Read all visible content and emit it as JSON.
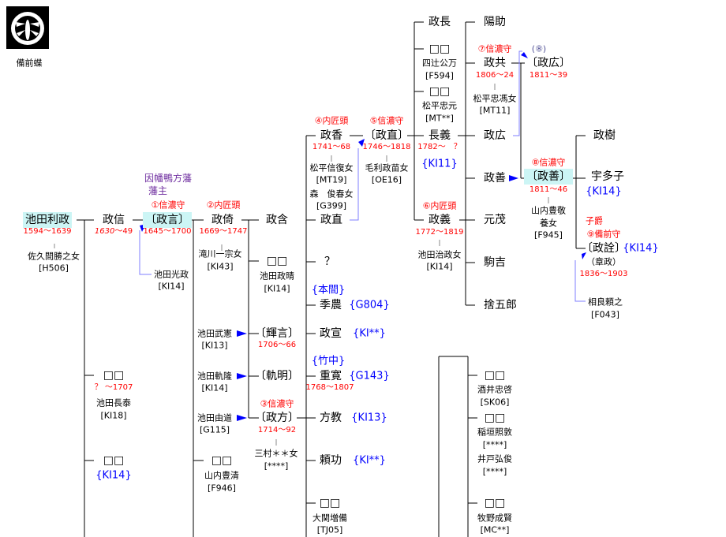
{
  "logo": {
    "caption": "備前蝶",
    "icon": "butterfly-crest-icon"
  },
  "c1": {
    "toshimasa": "池田利政",
    "toshimasa_date": "1594～1639",
    "toshimasa_wife": "佐久間勝之女",
    "toshimasa_wife_code": "[H506]"
  },
  "c2": {
    "masanobu": "政信",
    "masanobu_date_a": "1630",
    "masanobu_date_b": "～49",
    "nagayasu_box": "□□",
    "nagayasu_date": "？ ～1707",
    "nagayasu": "池田長泰",
    "nagayasu_code": "[KI18]",
    "box2": "□□",
    "box2_code": "{KI14}"
  },
  "c3": {
    "domain": "因幡鴨方藩",
    "domain2": "藩主",
    "title": "①信濃守",
    "masakoto": "〔政言〕",
    "masakoto_date": "1645～1700",
    "mitsumasa": "池田光政",
    "mitsumasa_code": "[KI14]"
  },
  "c4": {
    "title": "②内匠頭",
    "masayori": "政倚",
    "masayori_date": "1669～1747",
    "wife": "滝川一宗女",
    "wife_code": "[KI43]",
    "takenori": "池田武憲",
    "takenori_code": "[KI13]",
    "norinaka": "池田軌隆",
    "norinaka_code": "[KI14]",
    "yoshimichi": "池田由道",
    "yoshimichi_code": "[G115]",
    "box": "□□",
    "box_name": "山内豊清",
    "box_code": "[F946]"
  },
  "c5": {
    "masaie": "政含",
    "box": "□□",
    "box_name": "池田政晴",
    "box_code": "[KI14]",
    "teruaki": "〔輝言〕",
    "teruaki_date": "1706～66",
    "noriaki": "〔軌明〕",
    "title": "③信濃守",
    "masamichi": "〔政方〕",
    "masamichi_date": "1714～92",
    "wife": "三村＊＊女",
    "wife_code": "[****]"
  },
  "c6": {
    "title_a": "④内匠頭",
    "masaka": "政香",
    "masaka_date": "1741～68",
    "wife1": "松平信復女",
    "wife1_code": "[MT19]",
    "wife2": "森　俊春女",
    "wife2_code": "[G399]",
    "masanao_s": "政直",
    "unknown": "？",
    "honma": "{本間}",
    "suenori": "季農",
    "suenori_code": "{G804}",
    "masanobu2": "政宣",
    "masanobu2_code": "{KI**}",
    "takenaka": "{竹中}",
    "shigehiro": "重寛",
    "shigehiro_code": "{G143}",
    "shigehiro_date": "1768～1807",
    "masanori": "方教",
    "masanori_code": "{KI13}",
    "yorikatsu": "頼功",
    "yorikatsu_code": "{KI**}",
    "box": "□□",
    "box_name": "大関増備",
    "box_code": "[TJ05]"
  },
  "c7": {
    "title": "⑤信濃守",
    "masanao": "〔政直〕",
    "masanao_date": "1746～1818",
    "wife": "毛利政苗女",
    "wife_code": "[OE16]"
  },
  "c8": {
    "masanaga": "政長",
    "box1": "□□",
    "box1_name": "四辻公万",
    "box1_code": "[F594]",
    "box2": "□□",
    "box2_name": "松平忠元",
    "box2_code": "[MT**]",
    "nagayoshi": "長義",
    "nagayoshi_date": "1782～　？",
    "nagayoshi_code": "{KI11}",
    "title": "⑥内匠頭",
    "masayoshi": "政義",
    "masayoshi_date": "1772～1819",
    "wife": "池田治政女",
    "wife_code": "[KI14]"
  },
  "c9": {
    "yosuke": "陽助",
    "title": "⑦信濃守",
    "masatomo": "政共",
    "masatomo_date": "1806～24",
    "wife": "松平忠馮女",
    "wife_code": "[MT11]",
    "masahiro_s": "政広",
    "masayoshi_s": "政善",
    "mochishige": "元茂",
    "komakichi": "駒吉",
    "sutegoro": "捨五郎",
    "g1": "□□",
    "g1_name": "酒井忠啓",
    "g1_code": "[SK06]",
    "g2": "□□",
    "g2_name": "稲垣照敦",
    "g2_code": "[****]",
    "g2_name2": "井戸弘俊",
    "g2_code2": "[****]",
    "g3": "□□",
    "g3_name": "牧野成賢",
    "g3_code": "[MC**]"
  },
  "c10": {
    "title_a": "(⑧)",
    "masahiro": "〔政広〕",
    "masahiro_date": "1811～39",
    "title_b": "⑧信濃守",
    "masayoshi": "〔政善〕",
    "masayoshi_date": "1811～46",
    "wife": "山内豊敬",
    "wife2": "養女",
    "wife_code": "[F945]"
  },
  "c11": {
    "masaki": "政樹",
    "utako": "宇多子",
    "utako_code": "{KI14}",
    "rank": "子爵",
    "title": "⑨備前守",
    "masanori": "〔政詮〕",
    "masanori_code": "{KI14}",
    "alt": "（章政）",
    "date": "1836～1903",
    "sagara": "相良頼之",
    "sagara_code": "[F043]"
  },
  "colors": {
    "line": "#000000",
    "adopt": "#7f7fff",
    "arrow": "#0000ff",
    "date": "#ff0000",
    "highlight": "#ccf5f5",
    "purple": "#7030a0"
  }
}
